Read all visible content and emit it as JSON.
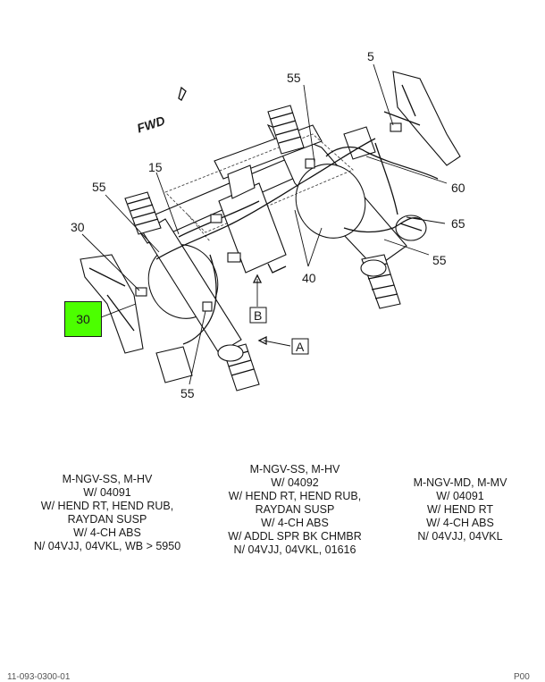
{
  "diagram": {
    "fwd_label": "FWD",
    "callouts": {
      "c5": "5",
      "c55_top": "55",
      "c15": "15",
      "c55_left": "55",
      "c30": "30",
      "c60": "60",
      "c65": "65",
      "c55_right": "55",
      "c40": "40",
      "c55_bottom": "55",
      "view_a": "A",
      "view_b": "B"
    },
    "highlighted_callout": "30",
    "highlight_color": "#4cff00"
  },
  "notes": {
    "left": [
      "M-NGV-SS, M-HV",
      "W/ 04091",
      "W/ HEND RT, HEND RUB,",
      "RAYDAN SUSP",
      "W/ 4-CH ABS",
      "N/ 04VJJ, 04VKL, WB > 5950"
    ],
    "middle": [
      "M-NGV-SS, M-HV",
      "W/ 04092",
      "W/ HEND RT, HEND RUB,",
      "RAYDAN SUSP",
      "W/ 4-CH ABS",
      "W/ ADDL SPR BK CHMBR",
      "N/ 04VJJ, 04VKL, 01616"
    ],
    "right": [
      "M-NGV-MD, M-MV",
      "W/ 04091",
      "W/ HEND RT",
      "W/ 4-CH ABS",
      "N/ 04VJJ, 04VKL"
    ]
  },
  "footer": {
    "left": "11-093-0300-01",
    "right": "P00"
  }
}
